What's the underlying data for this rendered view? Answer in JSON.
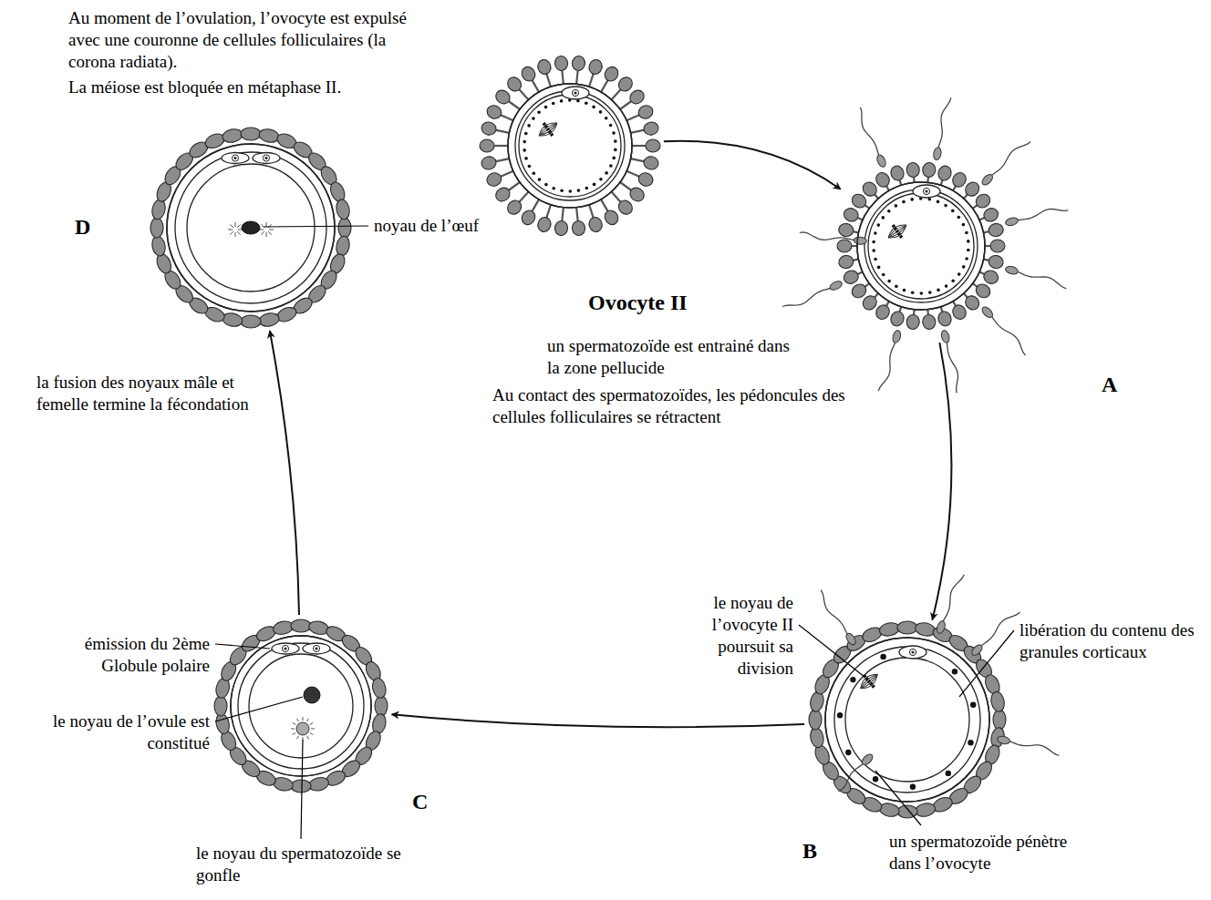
{
  "diagram": {
    "nodes": [
      {
        "text": [
          "Ovocyte II"
        ]
      },
      {
        "text": [
          "A"
        ]
      },
      {
        "text": [
          "B"
        ]
      },
      {
        "text": [
          "C"
        ]
      },
      {
        "text": [
          "D"
        ]
      }
    ],
    "edges": [
      {
        "from": 0,
        "to": 1,
        "arrow": "to"
      },
      {
        "from": 1,
        "to": 2,
        "arrow": "to"
      },
      {
        "from": 2,
        "to": 3,
        "arrow": "to"
      },
      {
        "from": 3,
        "to": 4,
        "arrow": "to"
      }
    ],
    "labels": [
      "Au moment de l’ovulation, l’ovocyte est expulsé avec une couronne de cellules folliculaires (la corona radiata).",
      "La méiose est bloquée en métaphase II.",
      "noyau de l’œuf",
      "un spermatozoïde est entrainé dans la zone pellucide",
      "Au contact des spermatozoïdes, les pédoncules des cellules folliculaires se rétractent",
      "la fusion des noyaux mâle et femelle termine la fécondation",
      "le noyau de l’ovocyte II poursuit sa division",
      "libération du contenu des granules corticaux",
      "émission du 2ème Globule polaire",
      "le noyau de l’ovule est constitué",
      "le noyau du spermatozoïde se gonfle",
      "un spermatozoïde pénètre dans l’ovocyte"
    ]
  }
}
